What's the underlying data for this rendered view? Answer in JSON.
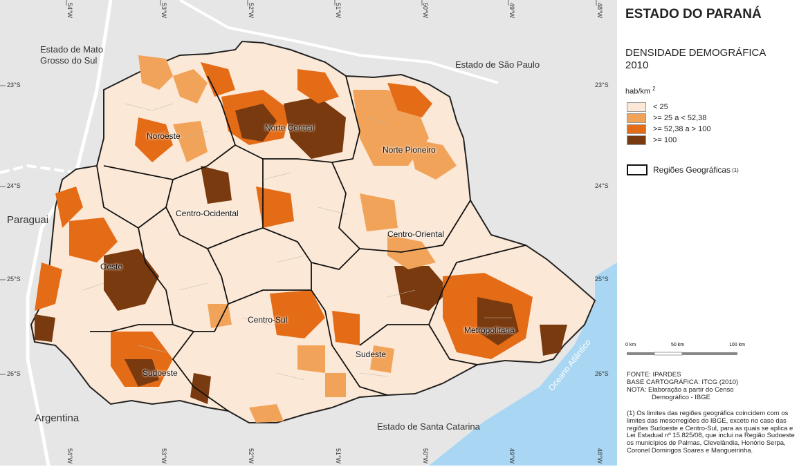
{
  "title": "ESTADO DO PARANÁ",
  "subtitle": "DENSIDADE DEMOGRÁFICA 2010",
  "legend": {
    "unit": "hab/km",
    "unit_exp": "2",
    "classes": [
      {
        "label": "< 25",
        "color": "#fce8d6"
      },
      {
        "label": ">= 25 a < 52,38",
        "color": "#f2a35a"
      },
      {
        "label": ">= 52,38 a > 100",
        "color": "#e56c17"
      },
      {
        "label": ">= 100",
        "color": "#7a3a0f"
      }
    ],
    "regions_label": "Regiões Geográficas",
    "regions_note_ref": "(1)"
  },
  "scale": {
    "labels": [
      "0 km",
      "50 km",
      "100 km"
    ]
  },
  "source": {
    "line1": "FONTE: IPARDES",
    "line2": "BASE CARTOGRÁFICA: ITCG (2010)",
    "line3": "NOTA: Elaboração a partir do Censo",
    "line4": "Demográfico - IBGE"
  },
  "footnote": "(1) Os limites das regiões geográfica coincidem com os limites das mesorregiões do IBGE, exceto no caso das regiões Sudoeste e Centro-Sul, para as quais se aplica e Lei Estadual nº 15.825/08, que inclui na Região Sudoeste os municípios de Palmas, Clevelândia, Honório Serpa, Coronel Domingos Soares e Mangueirinha.",
  "map": {
    "neighbors": {
      "ms": "Estado de Mato Grosso do Sul",
      "sp": "Estado de São Paulo",
      "paraguai": "Paraguai",
      "argentina": "Argentina",
      "sc": "Estado de Santa Catarina",
      "ocean": "Oceano Atlântico"
    },
    "regions": {
      "noroeste": "Noroeste",
      "norte_central": "Norte Central",
      "norte_pioneiro": "Norte Pioneiro",
      "centro_ocidental": "Centro-Ocidental",
      "centro_oriental": "Centro-Oriental",
      "oeste": "Oeste",
      "centro_sul": "Centro-Sul",
      "sudeste": "Sudeste",
      "metropolitana": "Metropolitana",
      "sudoeste": "Sudoeste"
    },
    "lon_top": [
      "54°W",
      "53°W",
      "52°W",
      "51°W",
      "50°W",
      "49°W",
      "48°W"
    ],
    "lon_bottom": [
      "54°W",
      "53°W",
      "52°W",
      "51°W",
      "50°W",
      "49°W",
      "48°W"
    ],
    "lat_left": [
      "23°S",
      "24°S",
      "25°S",
      "26°S"
    ],
    "lat_right": [
      "23°S",
      "24°S",
      "25°S",
      "26°S"
    ]
  }
}
